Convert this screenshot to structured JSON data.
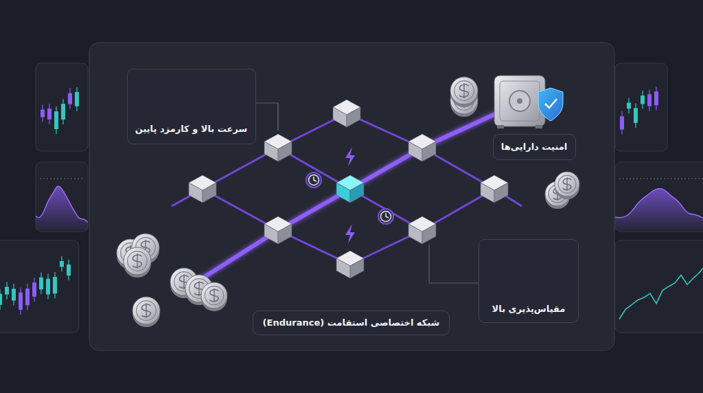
{
  "diagram": {
    "nodes": [
      {
        "text": [
          "سرعت بالا و کارمزد پایین"
        ]
      },
      {
        "text": [
          "امنیت دارایی‌ها"
        ]
      },
      {
        "text": [
          "مقیاس‌پذیری بالا"
        ]
      },
      {
        "text": [
          "شبکه اختصاصی استقامت (Endurance)"
        ]
      }
    ]
  }
}
